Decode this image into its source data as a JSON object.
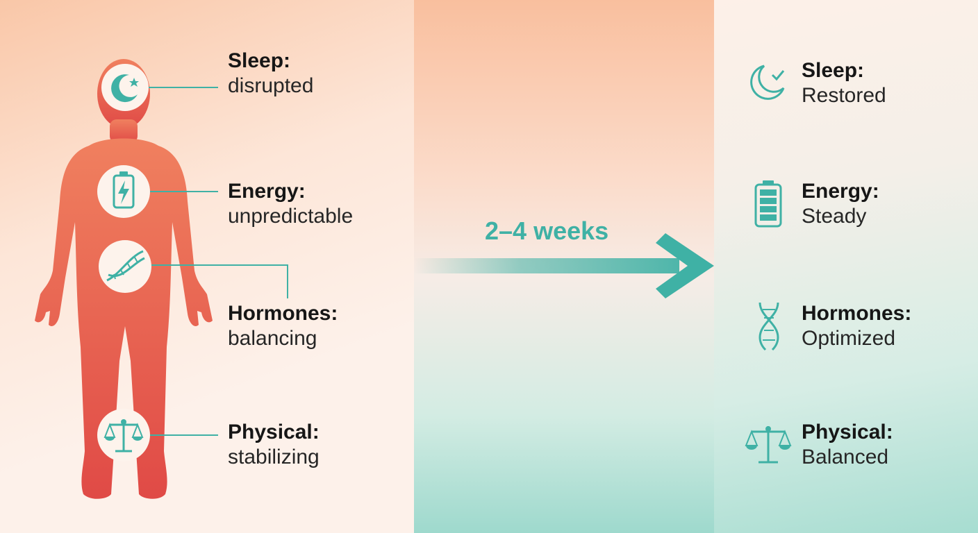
{
  "colors": {
    "body_top": "#f0805f",
    "body_bottom": "#e04a46",
    "teal": "#3fb1a5"
  },
  "timeframe_label": "2–4 weeks",
  "before": [
    {
      "icon": "moon-star-icon",
      "title": "Sleep:",
      "value": "disrupted"
    },
    {
      "icon": "battery-bolt-icon",
      "title": "Energy:",
      "value": "unpredictable"
    },
    {
      "icon": "dna-icon",
      "title": "Hormones:",
      "value": "balancing"
    },
    {
      "icon": "scale-icon",
      "title": "Physical:",
      "value": "stabilizing"
    }
  ],
  "after": [
    {
      "icon": "moon-check-icon",
      "title": "Sleep:",
      "value": "Restored"
    },
    {
      "icon": "battery-full-icon",
      "title": "Energy:",
      "value": "Steady"
    },
    {
      "icon": "dna-icon",
      "title": "Hormones:",
      "value": "Optimized"
    },
    {
      "icon": "scale-icon",
      "title": "Physical:",
      "value": "Balanced"
    }
  ]
}
